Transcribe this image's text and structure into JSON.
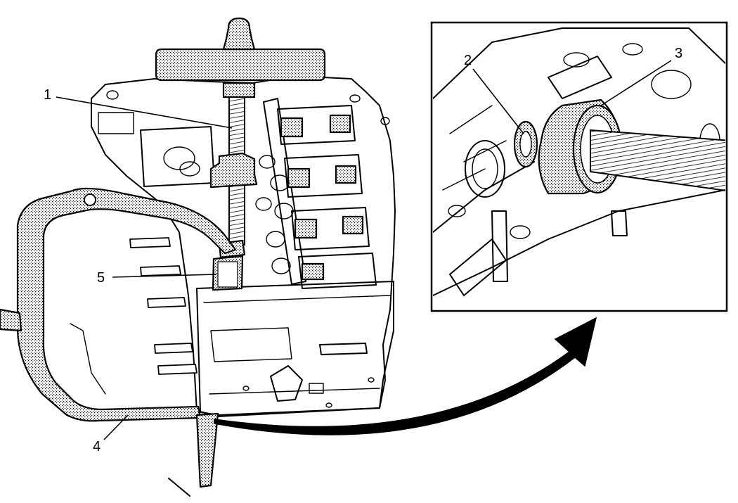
{
  "figure": {
    "callouts": {
      "c1": "1",
      "c2": "2",
      "c3": "3",
      "c4": "4",
      "c5": "5"
    }
  }
}
